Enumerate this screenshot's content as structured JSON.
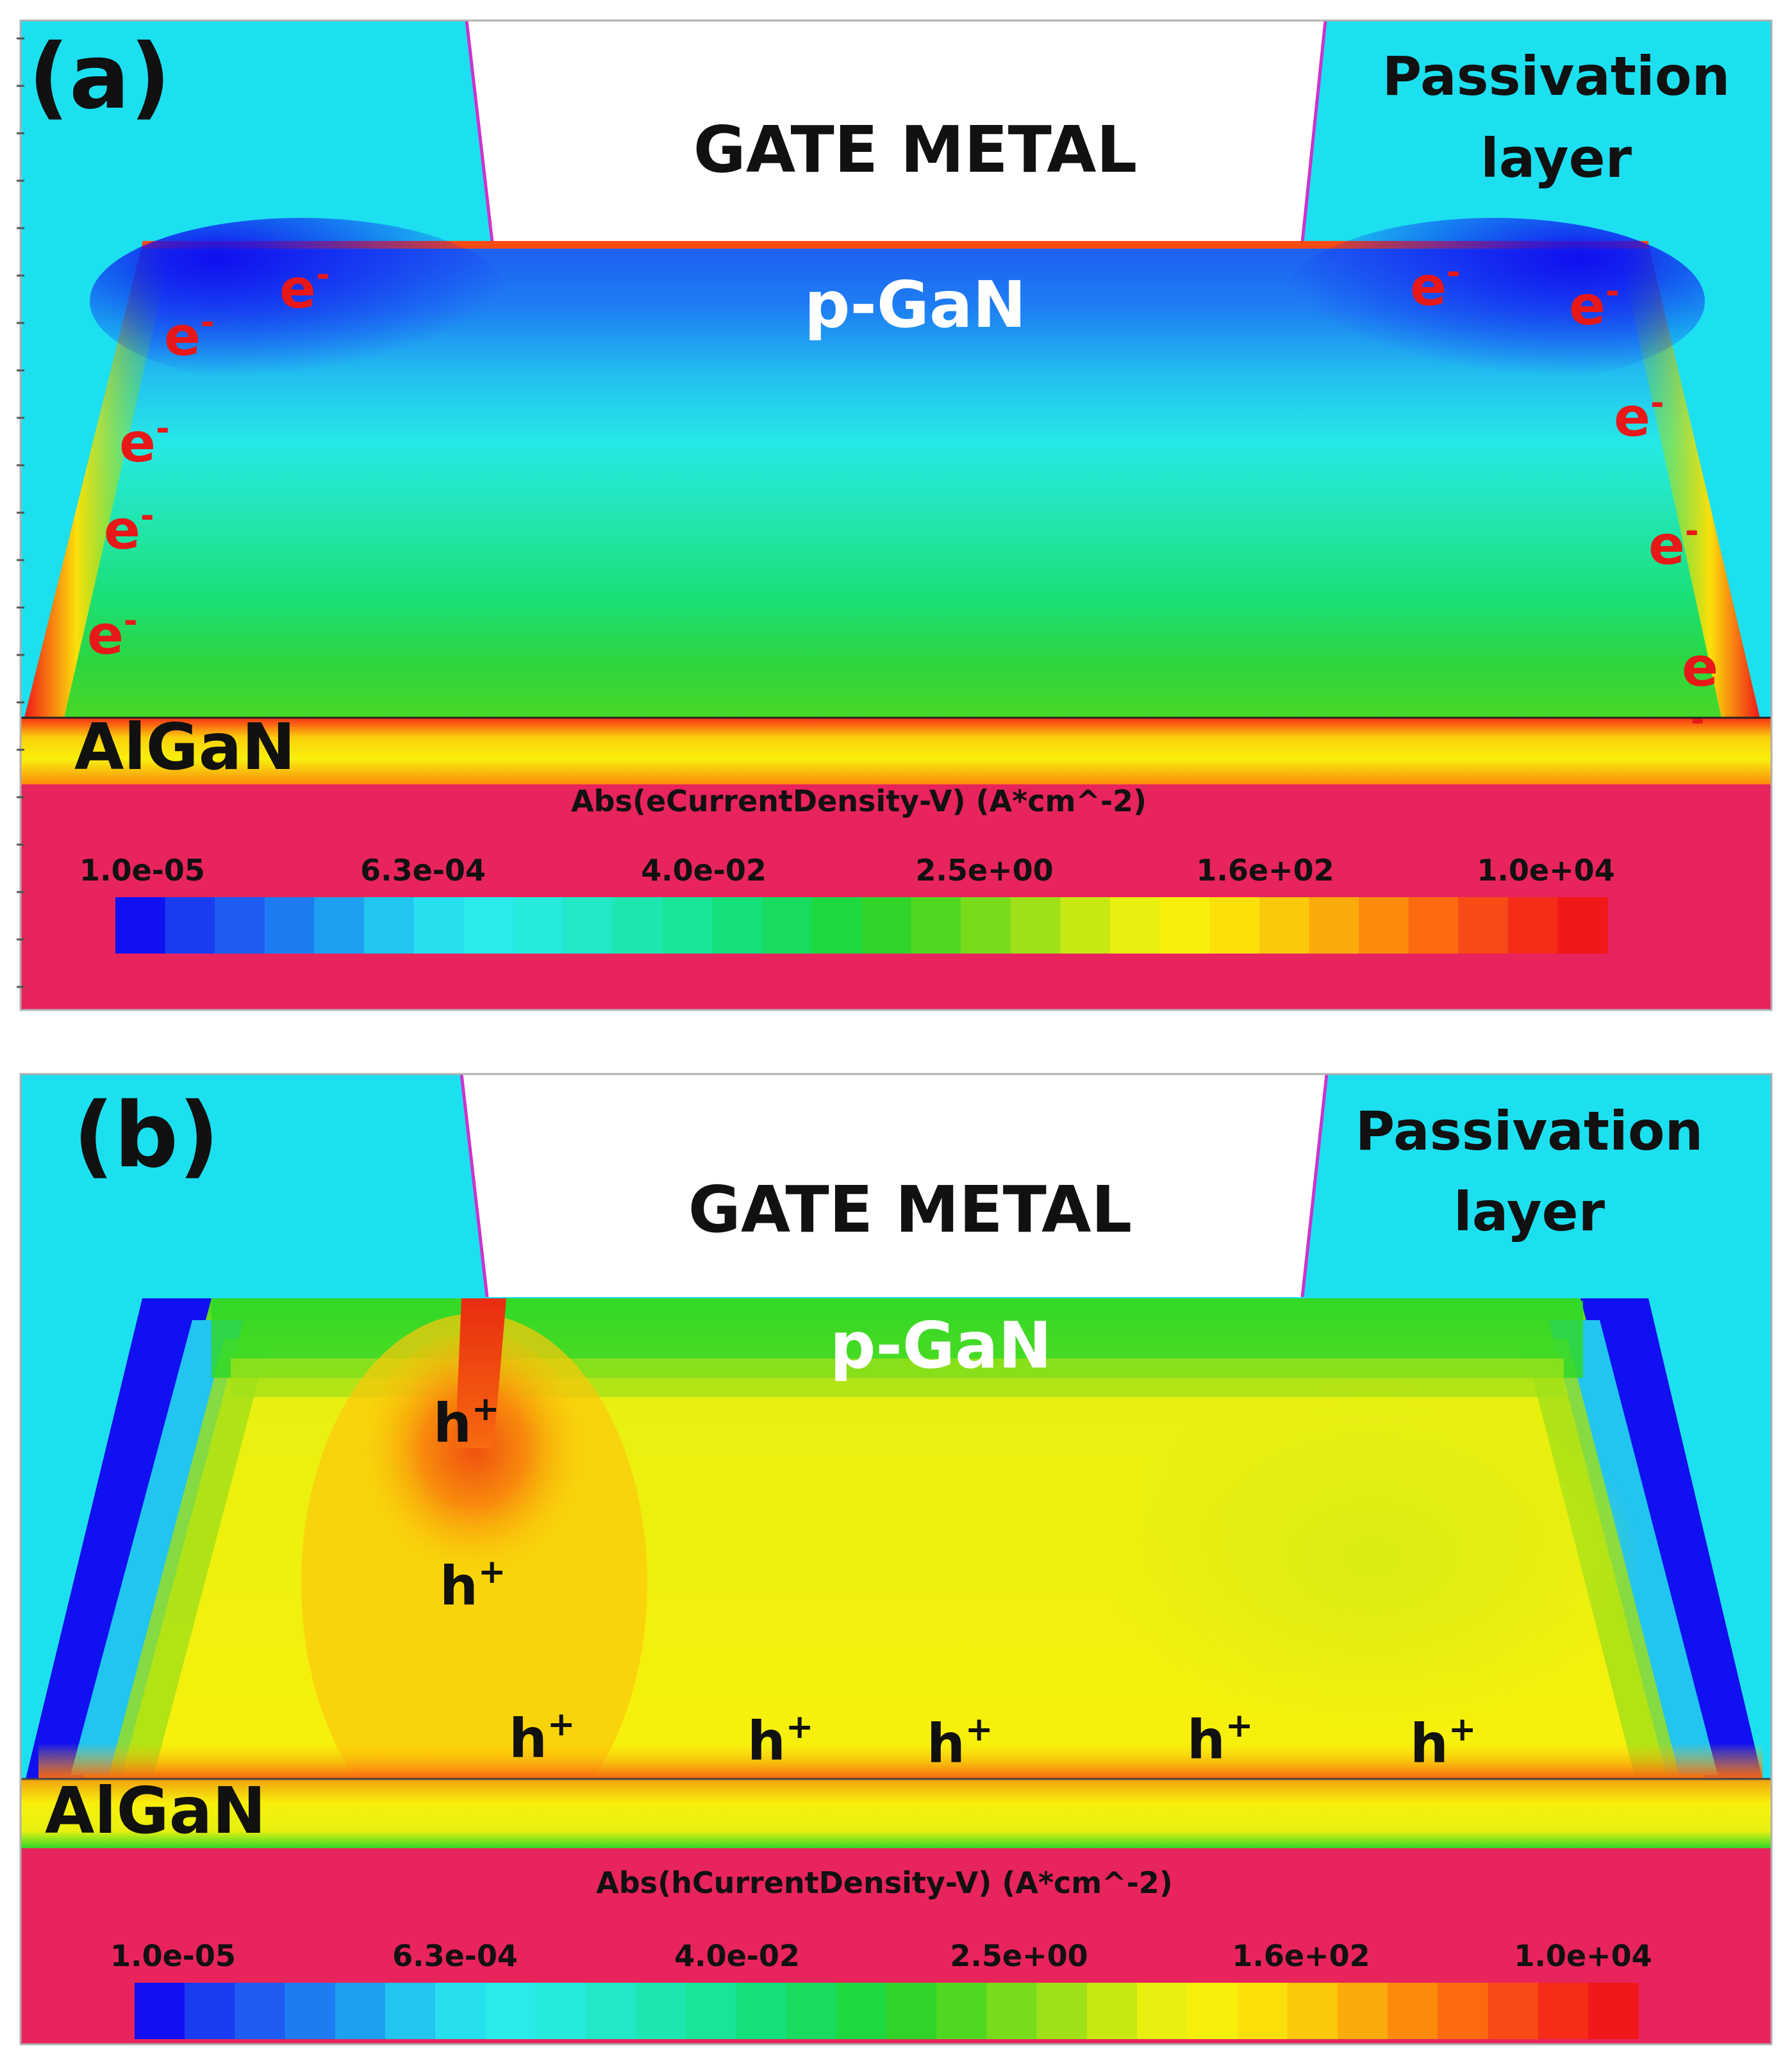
{
  "colors": {
    "passivation": "#1ce0f0",
    "gate_metal": "#ffffff",
    "substrate": "#e8245c",
    "gate_edge": "#cc33cc",
    "carrier_e": "#e81818",
    "carrier_h": "#111111"
  },
  "colorscale": [
    "#1010f0",
    "#1a3cf0",
    "#1e5cf2",
    "#1e7cf2",
    "#1ea0f0",
    "#22c4f0",
    "#26e0f0",
    "#2aeaea",
    "#26eadc",
    "#22e8c8",
    "#1ee6b0",
    "#1ae498",
    "#16e07c",
    "#18dc60",
    "#1ed840",
    "#30d428",
    "#50d820",
    "#78dc1c",
    "#a0e018",
    "#c8e814",
    "#e8f010",
    "#f8f00c",
    "#fce00a",
    "#fcc80a",
    "#fcaa0a",
    "#fc8a0c",
    "#fc6a10",
    "#f84a14",
    "#f42c18",
    "#f01818"
  ],
  "panels": [
    {
      "id": "a",
      "label": "(a)",
      "gate_label": "GATE METAL",
      "passivation_label": [
        "Passivation",
        "layer"
      ],
      "pgan_label": "p-GaN",
      "algan_label": "AlGaN",
      "carrier": "e",
      "carrier_sup": "-",
      "colorbar": {
        "title": "Abs(eCurrentDensity-V) (A*cm^-2)",
        "ticks": [
          "1.0e-05",
          "6.3e-04",
          "4.0e-02",
          "2.5e+00",
          "1.6e+02",
          "1.0e+04"
        ]
      }
    },
    {
      "id": "b",
      "label": "(b)",
      "gate_label": "GATE METAL",
      "passivation_label": [
        "Passivation",
        "layer"
      ],
      "pgan_label": "p-GaN",
      "algan_label": "AlGaN",
      "carrier": "h",
      "carrier_sup": "+",
      "colorbar": {
        "title": "Abs(hCurrentDensity-V) (A*cm^-2)",
        "ticks": [
          "1.0e-05",
          "6.3e-04",
          "4.0e-02",
          "2.5e+00",
          "1.6e+02",
          "1.0e+04"
        ]
      }
    }
  ]
}
